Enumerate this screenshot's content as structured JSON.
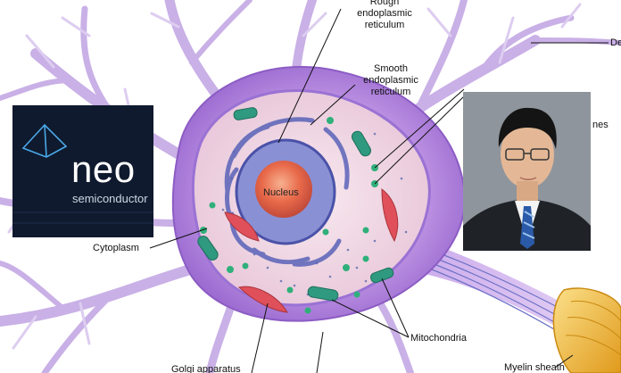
{
  "labels": {
    "rough_er": "Rough\nendoplasmic\nreticulum",
    "smooth_er": "Smooth\nendoplasmic\nreticulum",
    "dendrite_partial": "De",
    "spines_partial": "nes",
    "nucleus": "Nucleus",
    "cytoplasm": "Cytoplasm",
    "mitochondria": "Mitochondria",
    "golgi": "Golgi apparatus",
    "myelin": "Myelin sheath"
  },
  "logo": {
    "word": "neo",
    "subtitle": "semiconductor"
  },
  "colors": {
    "cell_body": "#b98de0",
    "cytoplasm_fill": "#f2d9e4",
    "nucleus_envelope": "#5a63b8",
    "nucleolus": "#e86a4a",
    "mitochondria": "#2f9a7f",
    "golgi": "#e0505a",
    "myelin": "#f0b737",
    "logo_bg": "#0f1a2e"
  }
}
